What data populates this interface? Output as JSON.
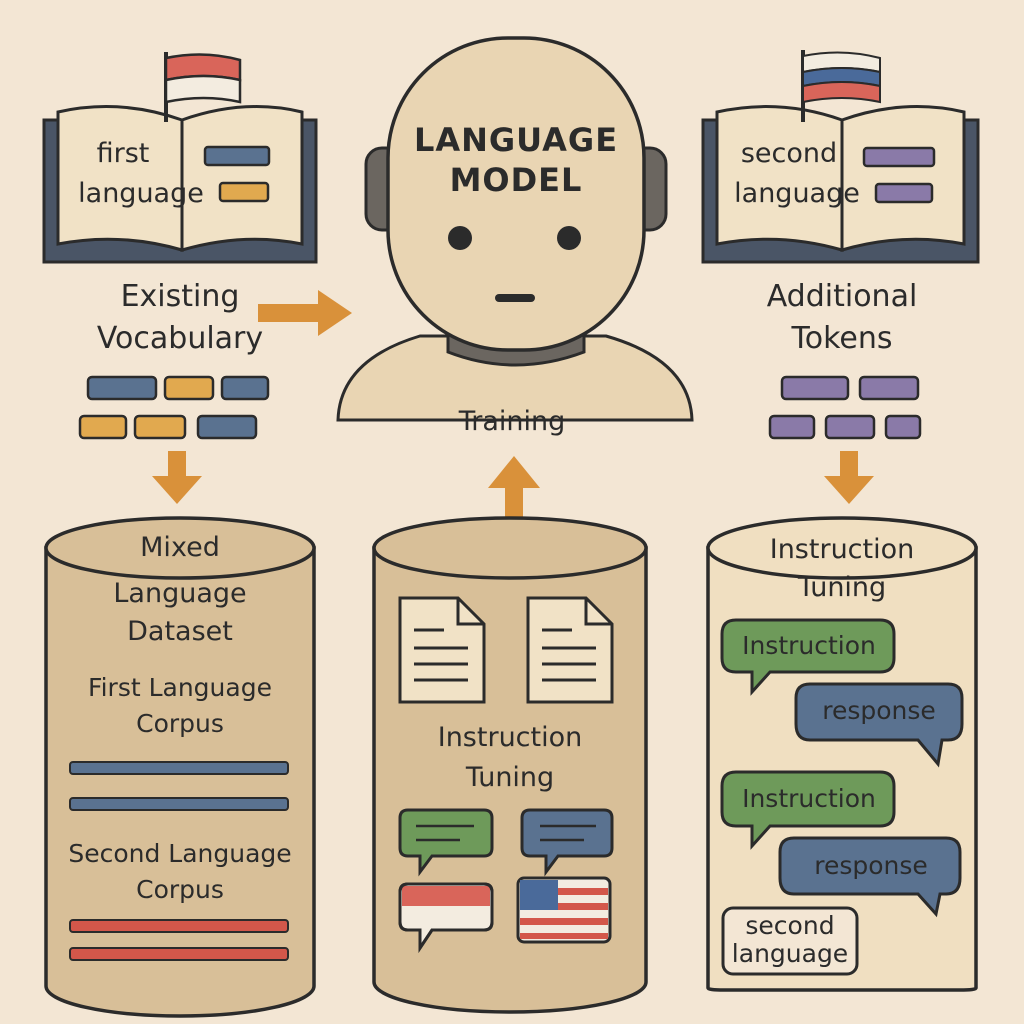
{
  "diagram": {
    "model": {
      "title_line1": "LANGUAGE",
      "title_line2": "MODEL"
    },
    "left_book": {
      "line1": "first",
      "line2": "language"
    },
    "right_book": {
      "line1": "second",
      "line2": "language"
    },
    "existing_vocab": {
      "line1": "Existing",
      "line2": "Vocabulary"
    },
    "additional_tokens": {
      "line1": "Additional",
      "line2": "Tokens"
    },
    "training_label": "Training",
    "mixed_dataset": {
      "title_line1": "Mixed",
      "title_line2": "Language",
      "title_line3": "Dataset",
      "corpus1_line1": "First Language",
      "corpus1_line2": "Corpus",
      "corpus2_line1": "Second Language",
      "corpus2_line2": "Corpus"
    },
    "center_tuning": {
      "line1": "Instruction",
      "line2": "Tuning"
    },
    "right_tuning": {
      "line1": "Instruction",
      "line2": "Tuning",
      "instruction_1": "Instruction",
      "response_1": "response",
      "instruction_2": "Instruction",
      "response_2": "response",
      "tag_line1": "second",
      "tag_line2": "language"
    },
    "colors": {
      "background": "#f3e6d4",
      "tan": "#d8bf98",
      "blue_token": "#5a7290",
      "orange_token": "#e1a94f",
      "purple_token": "#8a7aa8",
      "arrow": "#d9913a",
      "green_bubble": "#6e9a5a",
      "red_stripe": "#d3574a",
      "outline": "#2b2b2b"
    }
  }
}
